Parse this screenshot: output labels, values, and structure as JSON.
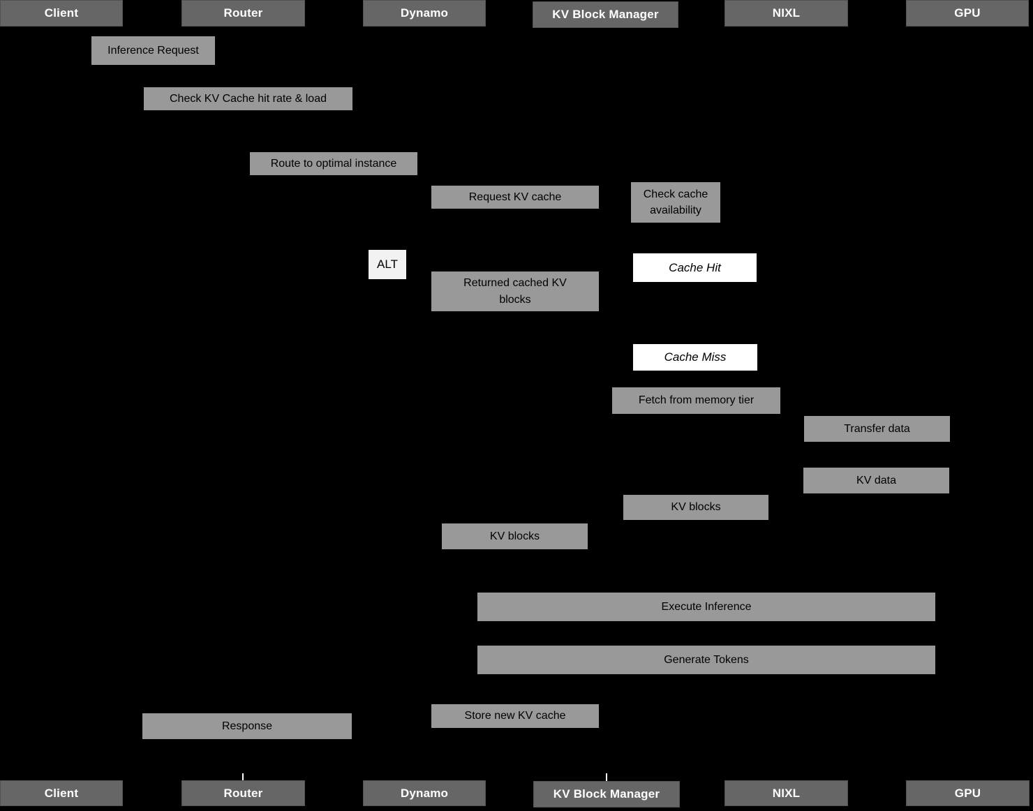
{
  "colors": {
    "background": "#000000",
    "actor_fill": "#666666",
    "actor_text": "#ffffff",
    "message_fill": "#999999",
    "message_text": "#000000",
    "alt_label_fill": "#f2f2f2",
    "branch_label_fill": "#ffffff"
  },
  "actors": [
    {
      "id": "client",
      "label": "Client"
    },
    {
      "id": "router",
      "label": "Router"
    },
    {
      "id": "dynamo",
      "label": "Dynamo"
    },
    {
      "id": "kv-block-manager",
      "label": "KV Block Manager"
    },
    {
      "id": "nixl",
      "label": "NIXL"
    },
    {
      "id": "gpu",
      "label": "GPU"
    }
  ],
  "messages": [
    {
      "id": "inference-request",
      "label": "Inference Request"
    },
    {
      "id": "check-kv-cache-hit-rate",
      "label": "Check KV Cache hit rate & load"
    },
    {
      "id": "route-to-optimal-instance",
      "label": "Route to optimal instance"
    },
    {
      "id": "request-kv-cache",
      "label": "Request KV cache"
    },
    {
      "id": "check-cache-availability",
      "label": "Check cache availability"
    },
    {
      "id": "returned-cached-kv-blocks",
      "label": "Returned cached KV blocks"
    },
    {
      "id": "fetch-from-memory-tier",
      "label": "Fetch from memory tier"
    },
    {
      "id": "transfer-data",
      "label": "Transfer data"
    },
    {
      "id": "kv-data",
      "label": "KV data"
    },
    {
      "id": "kv-blocks-to-dynamo",
      "label": "KV blocks"
    },
    {
      "id": "kv-blocks-to-router",
      "label": "KV blocks"
    },
    {
      "id": "execute-inference",
      "label": "Execute Inference"
    },
    {
      "id": "generate-tokens",
      "label": "Generate Tokens"
    },
    {
      "id": "store-new-kv-cache",
      "label": "Store new KV cache"
    },
    {
      "id": "response",
      "label": "Response"
    }
  ],
  "alt_block": {
    "label": "ALT",
    "branches": [
      {
        "id": "cache-hit",
        "label": "Cache Hit"
      },
      {
        "id": "cache-miss",
        "label": "Cache Miss"
      }
    ]
  }
}
